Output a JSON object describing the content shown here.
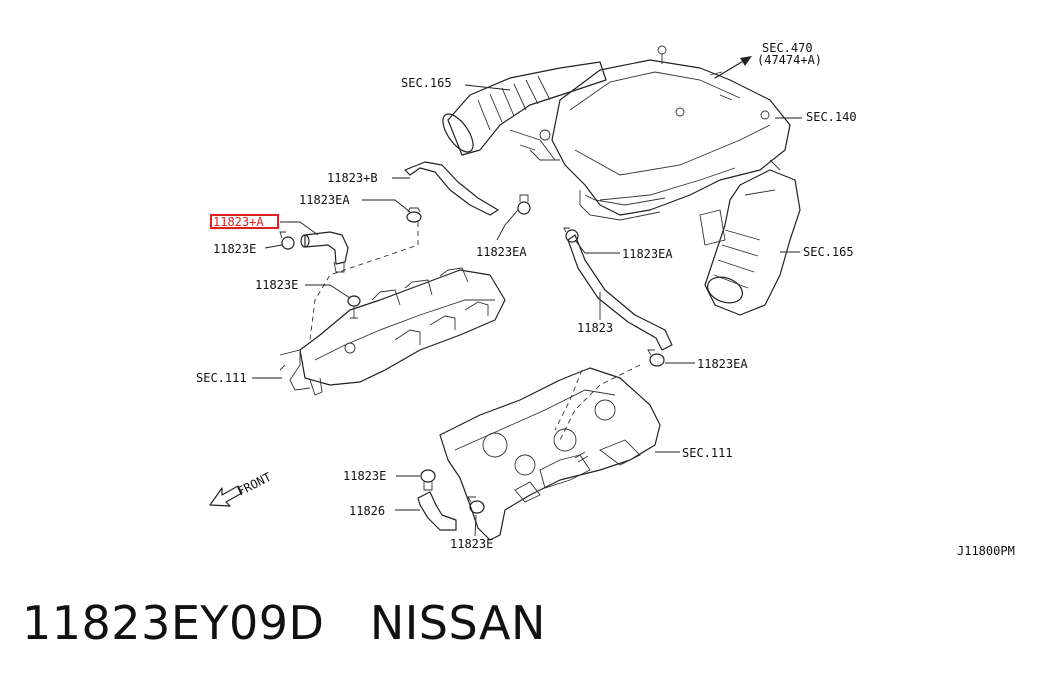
{
  "diagram": {
    "labels": {
      "sec470": "SEC.470",
      "sec470_sub": "(47474+A)",
      "sec165_top": "SEC.165",
      "sec140": "SEC.140",
      "sec165_right": "SEC.165",
      "part_11823B": "11823+B",
      "part_11823EA_top": "11823EA",
      "part_11823A": "11823+A",
      "part_11823E_left": "11823E",
      "part_11823EA_mid": "11823EA",
      "part_11823EA_right": "11823EA",
      "part_11823E_mid": "11823E",
      "part_11823": "11823",
      "part_11823EA_lower": "11823EA",
      "sec111_left": "SEC.111",
      "sec111_right": "SEC.111",
      "front": "FRONT",
      "part_11823E_lower": "11823E",
      "part_11826": "11826",
      "part_11823E_bottom": "11823E",
      "drawing_code": "J11800PM"
    },
    "highlight_color": "#e02020"
  },
  "caption": {
    "part_number": "11823EY09D",
    "brand": "NISSAN"
  }
}
